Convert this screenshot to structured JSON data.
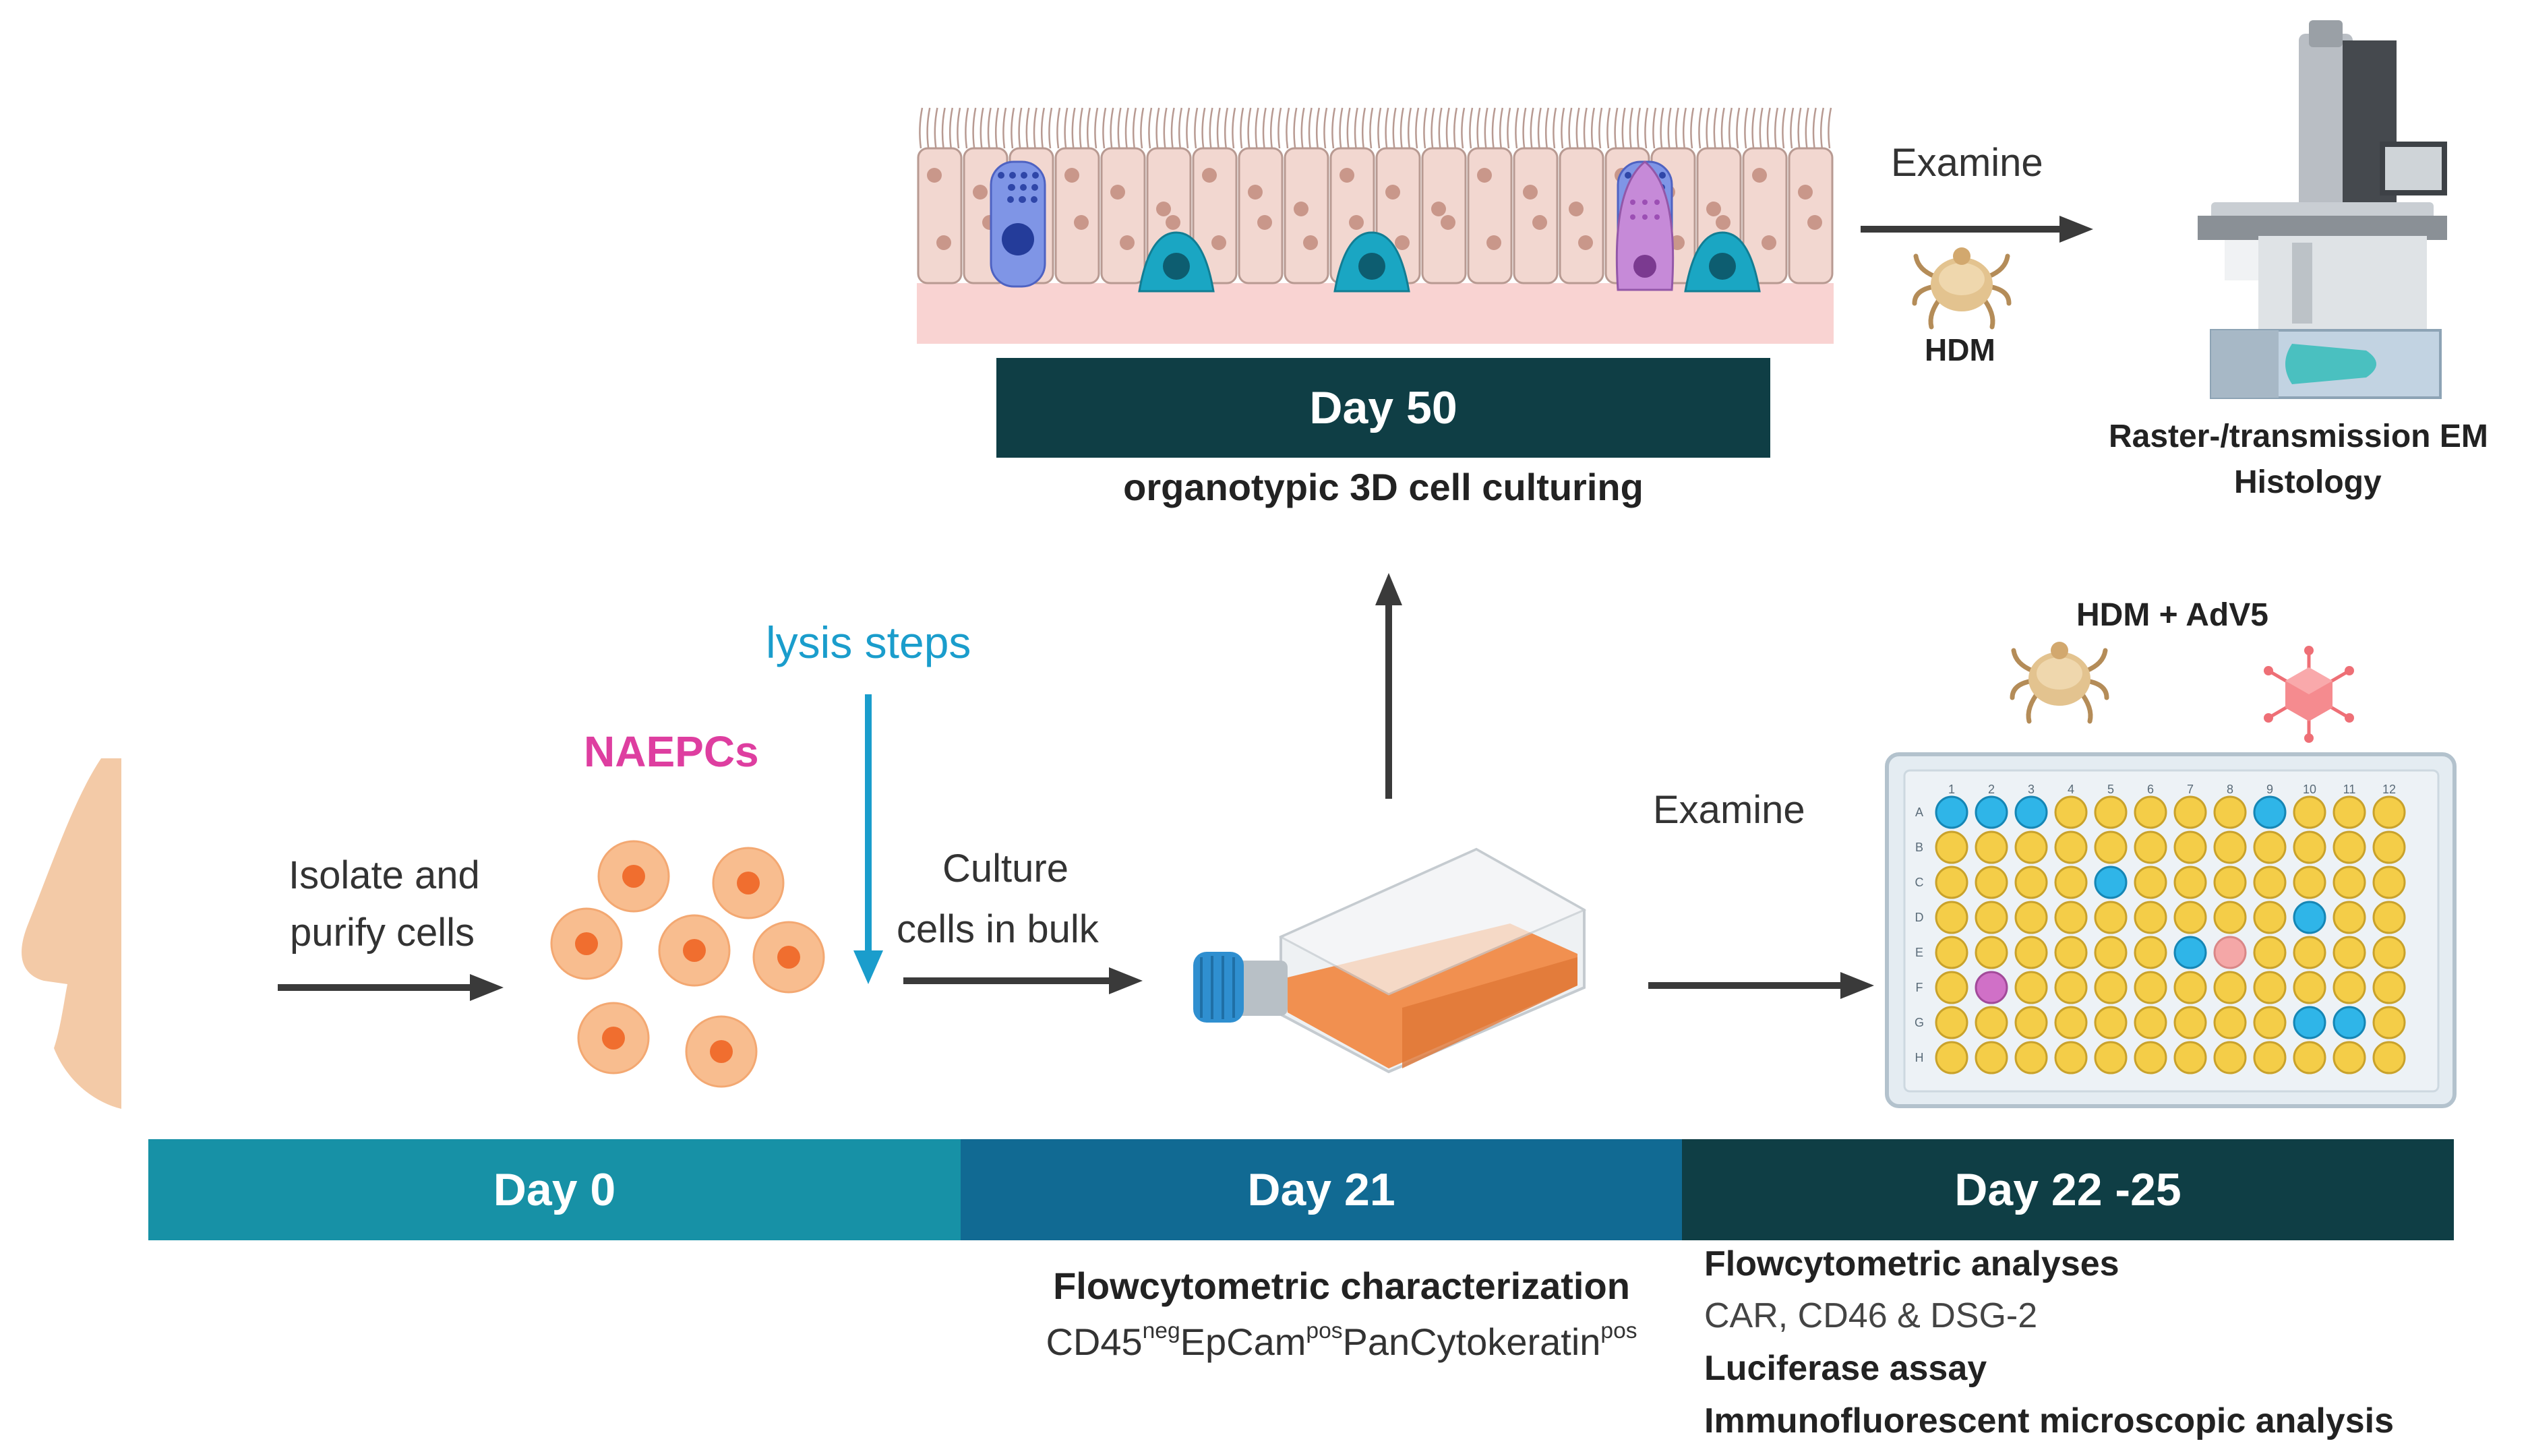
{
  "timeline": {
    "day0": "Day 0",
    "day21": "Day 21",
    "day22": "Day 22 -25",
    "day50": "Day 50"
  },
  "labels": {
    "isolate_line1": "Isolate and",
    "isolate_line2": "purify cells",
    "naepcs": "NAEPCs",
    "lysis": "lysis steps",
    "culture_line1": "Culture",
    "culture_line2": "cells in bulk",
    "examine_top": "Examine",
    "examine_bottom": "Examine",
    "hdm": "HDM",
    "hdm_adv5": "HDM + AdV5",
    "em_line1": "Raster-/transmission EM",
    "em_line2": "Histology",
    "organotypic": "organotypic 3D cell culturing"
  },
  "characterization": {
    "title": "Flowcytometric characterization",
    "m1": "CD45",
    "m1_sup": "neg",
    "m2": "EpCam",
    "m2_sup": "pos",
    "m3": "PanCytokeratin",
    "m3_sup": "pos"
  },
  "analyses": {
    "line1": "Flowcytometric analyses",
    "line2": "CAR, CD46 & DSG-2",
    "line3": "Luciferase assay",
    "line4": "Immunofluorescent microscopic analysis"
  },
  "plate": {
    "col_labels": [
      "1",
      "2",
      "3",
      "4",
      "5",
      "6",
      "7",
      "8",
      "9",
      "10",
      "11",
      "12"
    ],
    "row_labels": [
      "A",
      "B",
      "C",
      "D",
      "E",
      "F",
      "G",
      "H"
    ]
  },
  "colors": {
    "day0": "#1791a6",
    "day21": "#116a93",
    "day22": "#0f3e45",
    "naepcs": "#de3ea0",
    "lysis": "#1a9dcc",
    "well_yellow": "#f4cd48",
    "well_blue": "#2fb5e8",
    "well_pink": "#f4a7a7",
    "well_purple": "#d070c7"
  }
}
